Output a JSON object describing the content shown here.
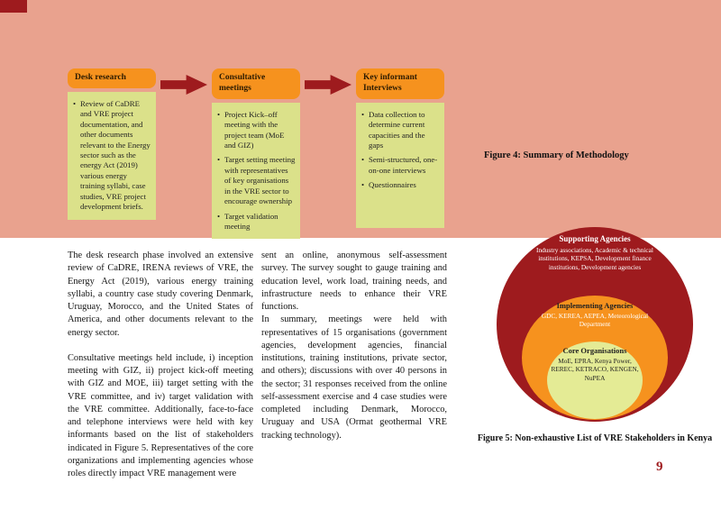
{
  "page": {
    "number": "9"
  },
  "colors": {
    "salmon_band": "#e9a28e",
    "maroon": "#9e1b1e",
    "orange": "#f6921e",
    "leaf_green": "#dbe18a",
    "inner_green": "#e4eb95"
  },
  "flowchart": {
    "caption": "Figure 4: Summary of Methodology",
    "steps": [
      {
        "title": "Desk research",
        "bullets": [
          "Review of CaDRE and VRE project documentation, and other documents relevant to the Energy sector such as the energy Act (2019) various energy training syllabi, case studies, VRE project development briefs."
        ]
      },
      {
        "title": "Consultative meetings",
        "bullets": [
          "Project Kick–off meeting with the project team (MoE and GIZ)",
          "Target setting meeting with representatives of key organisations in the VRE sector to encourage ownership",
          "Target validation meeting"
        ]
      },
      {
        "title": "Key informant Interviews",
        "bullets": [
          "Data collection to determine current capacities and the gaps",
          "Semi-structured, one-on-one interviews",
          "Questionnaires"
        ]
      }
    ]
  },
  "body": {
    "left_col": {
      "p1": "The desk research phase involved an extensive review of CaDRE, IRENA reviews of VRE, the Energy Act (2019), various energy training syllabi, a country case study covering Denmark, Uruguay, Morocco, and the United States of America, and other documents relevant to the energy sector.",
      "p2": "Consultative meetings held include, i) inception meeting with GIZ, ii) project kick-off meeting with GIZ and MOE, iii) target setting with the VRE committee, and iv) target validation with the VRE committee. Additionally, face-to-face and telephone interviews were held with key informants based on the list of stakeholders indicated in Figure 5. Representatives of the core organizations and implementing agencies whose roles directly impact VRE management were"
    },
    "right_col": {
      "p1": "sent an online, anonymous self-assessment survey. The survey sought to gauge training and education level, work load, training needs, and infrastructure needs to enhance their VRE functions.",
      "p2": "In summary, meetings were held with representatives of 15 organisations (government agencies, development agencies, financial institutions, training institutions, private sector, and others); discussions with over 40 persons in the sector; 31 responses received from the online self-assessment exercise and 4 case studies were completed including Denmark, Morocco, Uruguay and USA (Ormat geothermal VRE tracking technology)."
    }
  },
  "diagram": {
    "caption": "Figure 5: Non-exhaustive List of VRE Stakeholders in Kenya",
    "rings": [
      {
        "title": "Supporting Agencies",
        "members": "Industry associations, Academic & technical institutions, KEPSA, Development finance institutions, Development agencies"
      },
      {
        "title": "Implementing Agencies",
        "members": "GDC, KEREA, AEPEA, Meteorological Department"
      },
      {
        "title": "Core Organisations",
        "members": "MoE, EPRA, Kenya Power, REREC, KETRACO, KENGEN, NuPEA"
      }
    ]
  }
}
